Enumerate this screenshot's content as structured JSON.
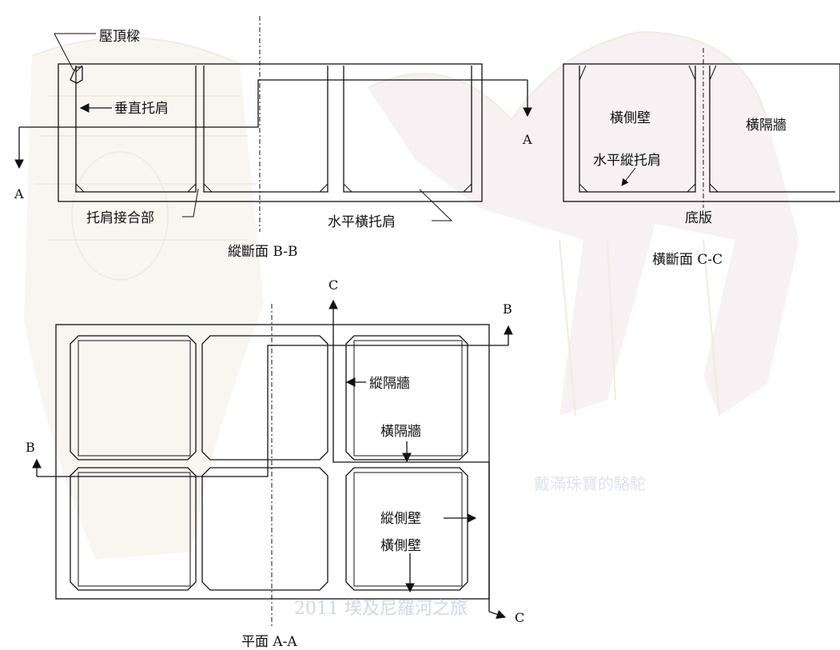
{
  "labels": {
    "pressure_beam": "壓頂樑",
    "vertical_haunch": "垂直托肩",
    "haunch_joint": "托肩接合部",
    "horizontal_transverse_haunch": "水平橫托肩",
    "longitudinal_section": "縱斷面 B-B",
    "transverse_side_wall": "橫側壁",
    "transverse_partition_top": "橫隔牆",
    "horizontal_longitudinal_haunch": "水平縱托肩",
    "base_slab": "底版",
    "transverse_section": "橫斷面 C-C",
    "longitudinal_partition": "縱隔牆",
    "transverse_partition_plan": "橫隔牆",
    "longitudinal_side_wall": "縱側壁",
    "transverse_side_wall_plan": "橫側壁",
    "plan": "平面 A-A"
  },
  "markers": {
    "a_left": "A",
    "a_right": "A",
    "b_top": "B",
    "b_left": "B",
    "c_top": "C",
    "c_bottom": "C"
  },
  "watermarks": {
    "caption": "2011 埃及尼羅河之旅",
    "camel": "戴滿珠寶的駱駝"
  },
  "colors": {
    "line": "#111111",
    "watermark_text": "#cfd8e6"
  }
}
